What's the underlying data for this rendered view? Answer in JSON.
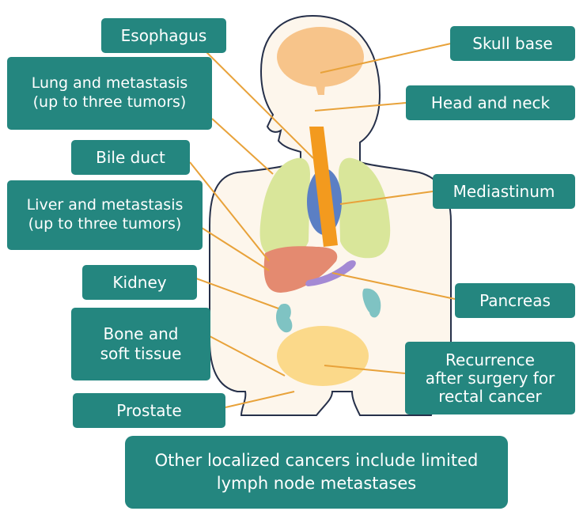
{
  "labels": {
    "esophagus": "Esophagus",
    "skull_base": "Skull base",
    "lung_line1": "Lung and metastasis",
    "lung_line2": "(up to three tumors)",
    "head_neck": "Head and neck",
    "bile_duct": "Bile duct",
    "mediastinum": "Mediastinum",
    "liver_line1": "Liver and metastasis",
    "liver_line2": "(up to three tumors)",
    "kidney": "Kidney",
    "pancreas": "Pancreas",
    "bone_line1": "Bone and",
    "bone_line2": "soft tissue",
    "recurrence_line1": "Recurrence",
    "recurrence_line2": "after surgery for",
    "recurrence_line3": "rectal cancer",
    "prostate": "Prostate"
  },
  "note": {
    "line1": "Other localized cancers include limited",
    "line2": "lymph node metastases"
  },
  "colors": {
    "label_bg": "#24867f",
    "leader_line": "#e8a23a",
    "body_fill": "#fdf6ec",
    "body_outline": "#26304a",
    "brain": "#f7c48a",
    "lungs": "#d9e69a",
    "esophagus": "#f39a1e",
    "heart": "#5b7fc4",
    "liver": "#e48a70",
    "pancreas": "#a48ad4",
    "kidneys": "#7fc3c3",
    "bladder": "#fbd98a"
  }
}
